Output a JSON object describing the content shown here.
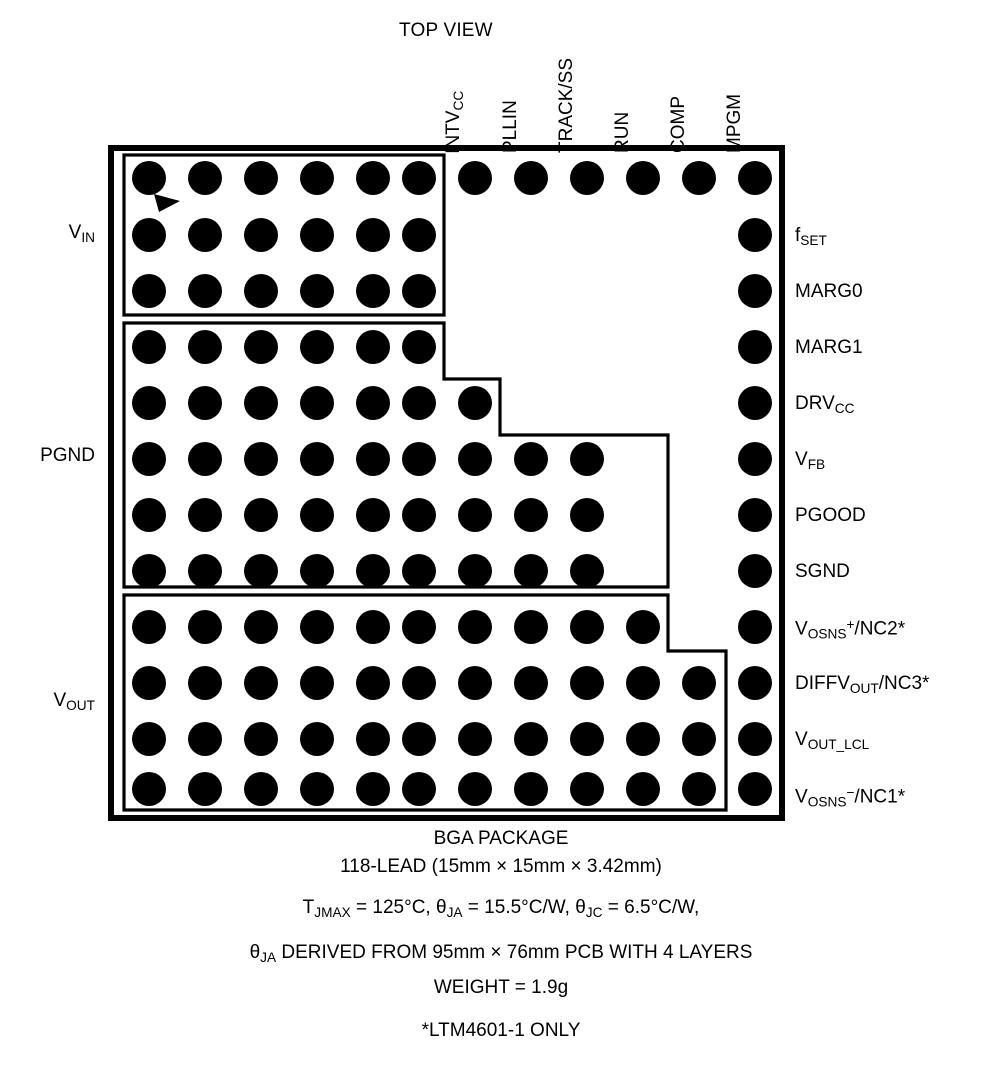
{
  "diagram": {
    "view_title": "TOP VIEW",
    "package_kind": "BGA ball grid array pinout",
    "grid": {
      "rows": 12,
      "columns": 12,
      "ball_count_total": 118
    },
    "pin_a1_marker": "triangle-marker"
  },
  "top_labels": [
    {
      "text": "INTVCC",
      "html": "INTV<sub>CC</sub>",
      "column": 7
    },
    {
      "text": "PLLIN",
      "html": "PLLIN",
      "column": 8
    },
    {
      "text": "TRACK/SS",
      "html": "TRACK/SS",
      "column": 9
    },
    {
      "text": "RUN",
      "html": "RUN",
      "column": 10
    },
    {
      "text": "COMP",
      "html": "COMP",
      "column": 11
    },
    {
      "text": "MPGM",
      "html": "MPGM",
      "column": 12
    }
  ],
  "right_labels": [
    {
      "row": 2,
      "text": "fSET",
      "html": "f<sub>SET</sub>"
    },
    {
      "row": 3,
      "text": "MARG0",
      "html": "MARG0"
    },
    {
      "row": 4,
      "text": "MARG1",
      "html": "MARG1"
    },
    {
      "row": 5,
      "text": "DRVCC",
      "html": "DRV<sub>CC</sub>"
    },
    {
      "row": 6,
      "text": "VFB",
      "html": "V<sub>FB</sub>"
    },
    {
      "row": 7,
      "text": "PGOOD",
      "html": "PGOOD"
    },
    {
      "row": 8,
      "text": "SGND",
      "html": "SGND"
    },
    {
      "row": 9,
      "text": "VOSNS+/NC2*",
      "html": "V<sub>OSNS</sub><sup>+</sup>/NC2*"
    },
    {
      "row": 10,
      "text": "DIFFVOUT/NC3*",
      "html": "DIFFV<sub>OUT</sub>/NC3*"
    },
    {
      "row": 11,
      "text": "VOUT_LCL",
      "html": "V<sub>OUT_LCL</sub>"
    },
    {
      "row": 12,
      "text": "VOSNS-/NC1*",
      "html": "V<sub>OSNS</sub><sup>&#8722;</sup>/NC1*"
    }
  ],
  "left_labels": [
    {
      "text": "VIN",
      "html": "V<sub>IN</sub>",
      "rows": "1-3"
    },
    {
      "text": "PGND",
      "html": "PGND",
      "rows": "4-8"
    },
    {
      "text": "VOUT",
      "html": "V<sub>OUT</sub>",
      "rows": "9-12"
    }
  ],
  "ball_rows": [
    {
      "row": 1,
      "balls": 12
    },
    {
      "row": 2,
      "balls": 7
    },
    {
      "row": 3,
      "balls": 7
    },
    {
      "row": 4,
      "balls": 7
    },
    {
      "row": 5,
      "balls": 8
    },
    {
      "row": 6,
      "balls": 10
    },
    {
      "row": 7,
      "balls": 10
    },
    {
      "row": 8,
      "balls": 10
    },
    {
      "row": 9,
      "balls": 11
    },
    {
      "row": 10,
      "balls": 12
    },
    {
      "row": 11,
      "balls": 12
    },
    {
      "row": 12,
      "balls": 12
    }
  ],
  "caption": {
    "line1": "BGA PACKAGE",
    "line2": "118-LEAD (15mm × 15mm × 3.42mm)",
    "line3": "TJMAX = 125°C, θJA = 15.5°C/W, θJC = 6.5°C/W,",
    "line4": "θJA DERIVED FROM 95mm × 76mm PCB WITH 4 LAYERS",
    "line5": "WEIGHT = 1.9g",
    "line6": "*LTM4601-1 ONLY"
  },
  "colors": {
    "ink": "#000000",
    "background": "#ffffff"
  }
}
